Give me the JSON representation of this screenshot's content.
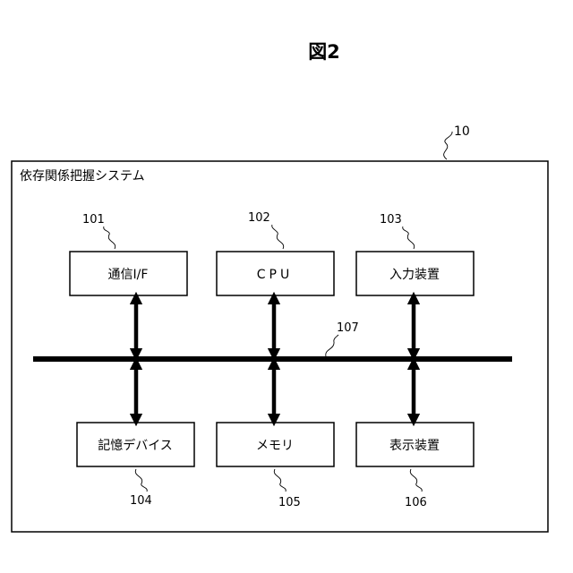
{
  "figure": {
    "title": "図2"
  },
  "system": {
    "label": "依存関係把握システム",
    "ref": "10"
  },
  "bus": {
    "ref": "107"
  },
  "components": [
    {
      "label": "通信I/F",
      "ref": "101"
    },
    {
      "label": "CPU",
      "ref": "102"
    },
    {
      "label": "入力装置",
      "ref": "103"
    },
    {
      "label": "記憶デバイス",
      "ref": "104"
    },
    {
      "label": "メモリ",
      "ref": "105"
    },
    {
      "label": "表示装置",
      "ref": "106"
    }
  ]
}
